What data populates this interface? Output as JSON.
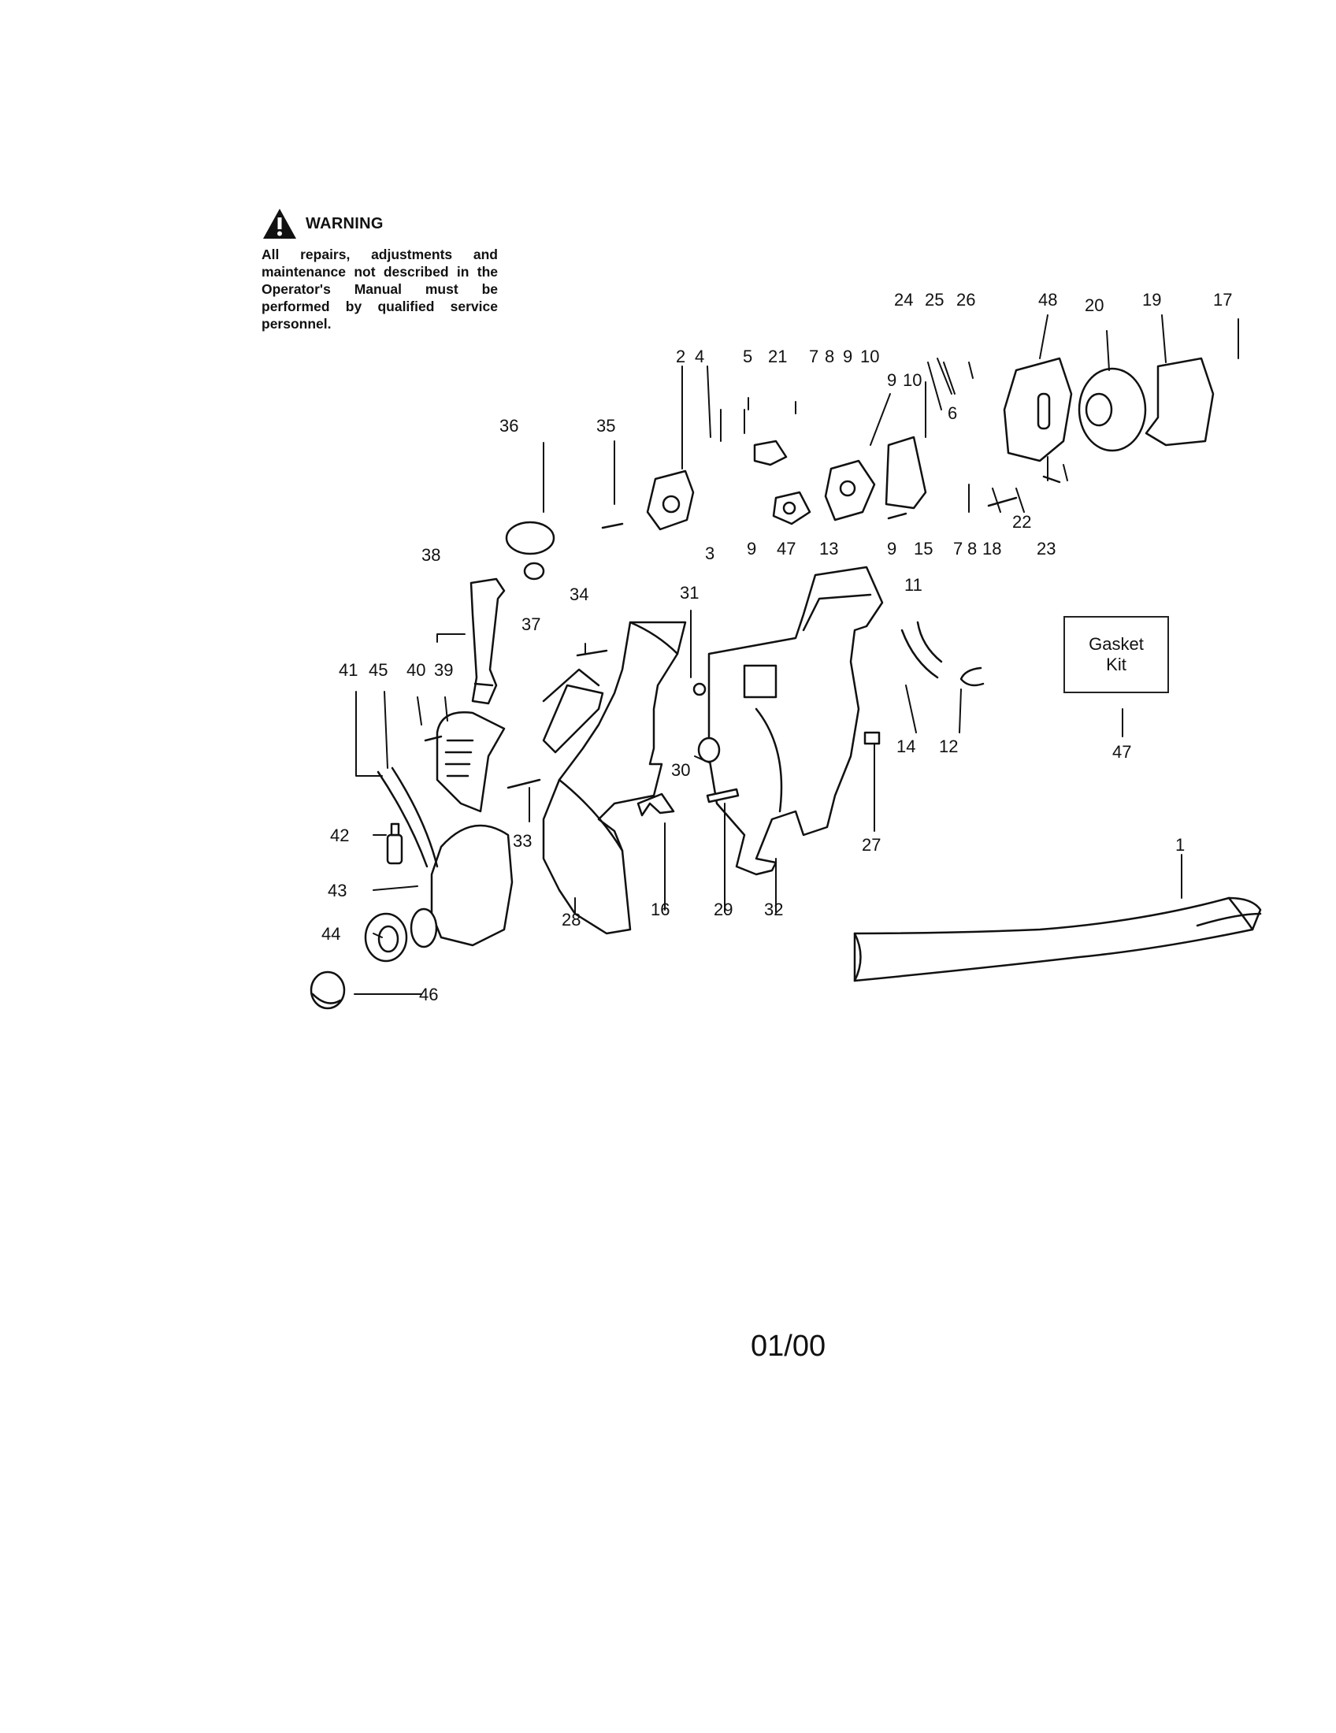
{
  "warning": {
    "title": "WARNING",
    "text": "All repairs, adjustments and maintenance not described in the Operator's Manual must be performed by qualified service personnel."
  },
  "gasket_kit": {
    "label": "Gasket\nKit"
  },
  "callouts": [
    "1",
    "2",
    "3",
    "4",
    "5",
    "6",
    "7",
    "7",
    "8",
    "8",
    "9",
    "9",
    "9",
    "9",
    "10",
    "10",
    "11",
    "12",
    "13",
    "14",
    "15",
    "16",
    "17",
    "18",
    "19",
    "20",
    "21",
    "22",
    "23",
    "24",
    "25",
    "26",
    "27",
    "28",
    "29",
    "30",
    "31",
    "32",
    "33",
    "34",
    "35",
    "36",
    "37",
    "38",
    "39",
    "40",
    "41",
    "42",
    "43",
    "44",
    "45",
    "46",
    "47",
    "47",
    "48"
  ],
  "footer": {
    "date": "01/00"
  }
}
